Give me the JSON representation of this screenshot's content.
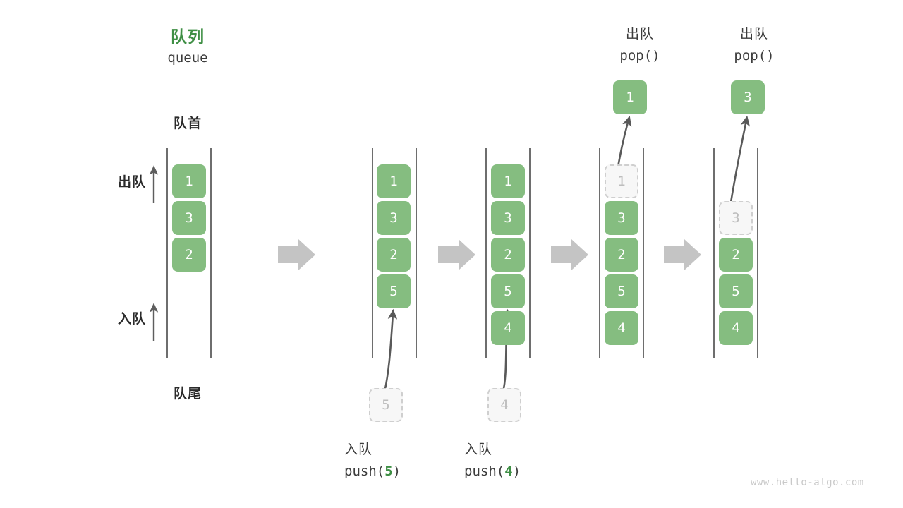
{
  "watermark": "www.hello-algo.com",
  "header": {
    "title_cn": "队列",
    "title_en": "queue"
  },
  "annotations": {
    "front_label": "队首",
    "rear_label": "队尾",
    "dequeue_side_label": "出队",
    "enqueue_side_label": "入队"
  },
  "steps": [
    {
      "id": "initial",
      "queue": [
        "1",
        "3",
        "2"
      ],
      "caption_cn": "",
      "caption_code_prefix": "",
      "caption_code_arg": "",
      "caption_code_suffix": ""
    },
    {
      "id": "push-5",
      "queue": [
        "1",
        "3",
        "2",
        "5"
      ],
      "ghost_value": "5",
      "caption_cn": "入队",
      "caption_code_prefix": "push(",
      "caption_code_arg": "5",
      "caption_code_suffix": ")"
    },
    {
      "id": "push-4",
      "queue": [
        "1",
        "3",
        "2",
        "5",
        "4"
      ],
      "ghost_value": "4",
      "caption_cn": "入队",
      "caption_code_prefix": "push(",
      "caption_code_arg": "4",
      "caption_code_suffix": ")"
    },
    {
      "id": "pop-1",
      "queue": [
        "1",
        "3",
        "2",
        "5",
        "4"
      ],
      "removed_value": "1",
      "result_value": "1",
      "caption_cn": "出队",
      "caption_code_prefix": "pop(",
      "caption_code_arg": "",
      "caption_code_suffix": ")"
    },
    {
      "id": "pop-3",
      "queue": [
        "3",
        "2",
        "5",
        "4"
      ],
      "removed_value": "3",
      "result_value": "3",
      "caption_cn": "出队",
      "caption_code_prefix": "pop(",
      "caption_code_arg": "",
      "caption_code_suffix": ")"
    }
  ],
  "colors": {
    "cell_green": "#85bd80",
    "accent_green": "#3f8f45",
    "ghost_fill": "#f7f7f7",
    "ghost_border": "#cfcfcf",
    "rail": "#4a4a4a",
    "arrow_gray": "#c4c4c4",
    "motion_arrow": "#595959",
    "text_dark": "#2b2b2b"
  }
}
